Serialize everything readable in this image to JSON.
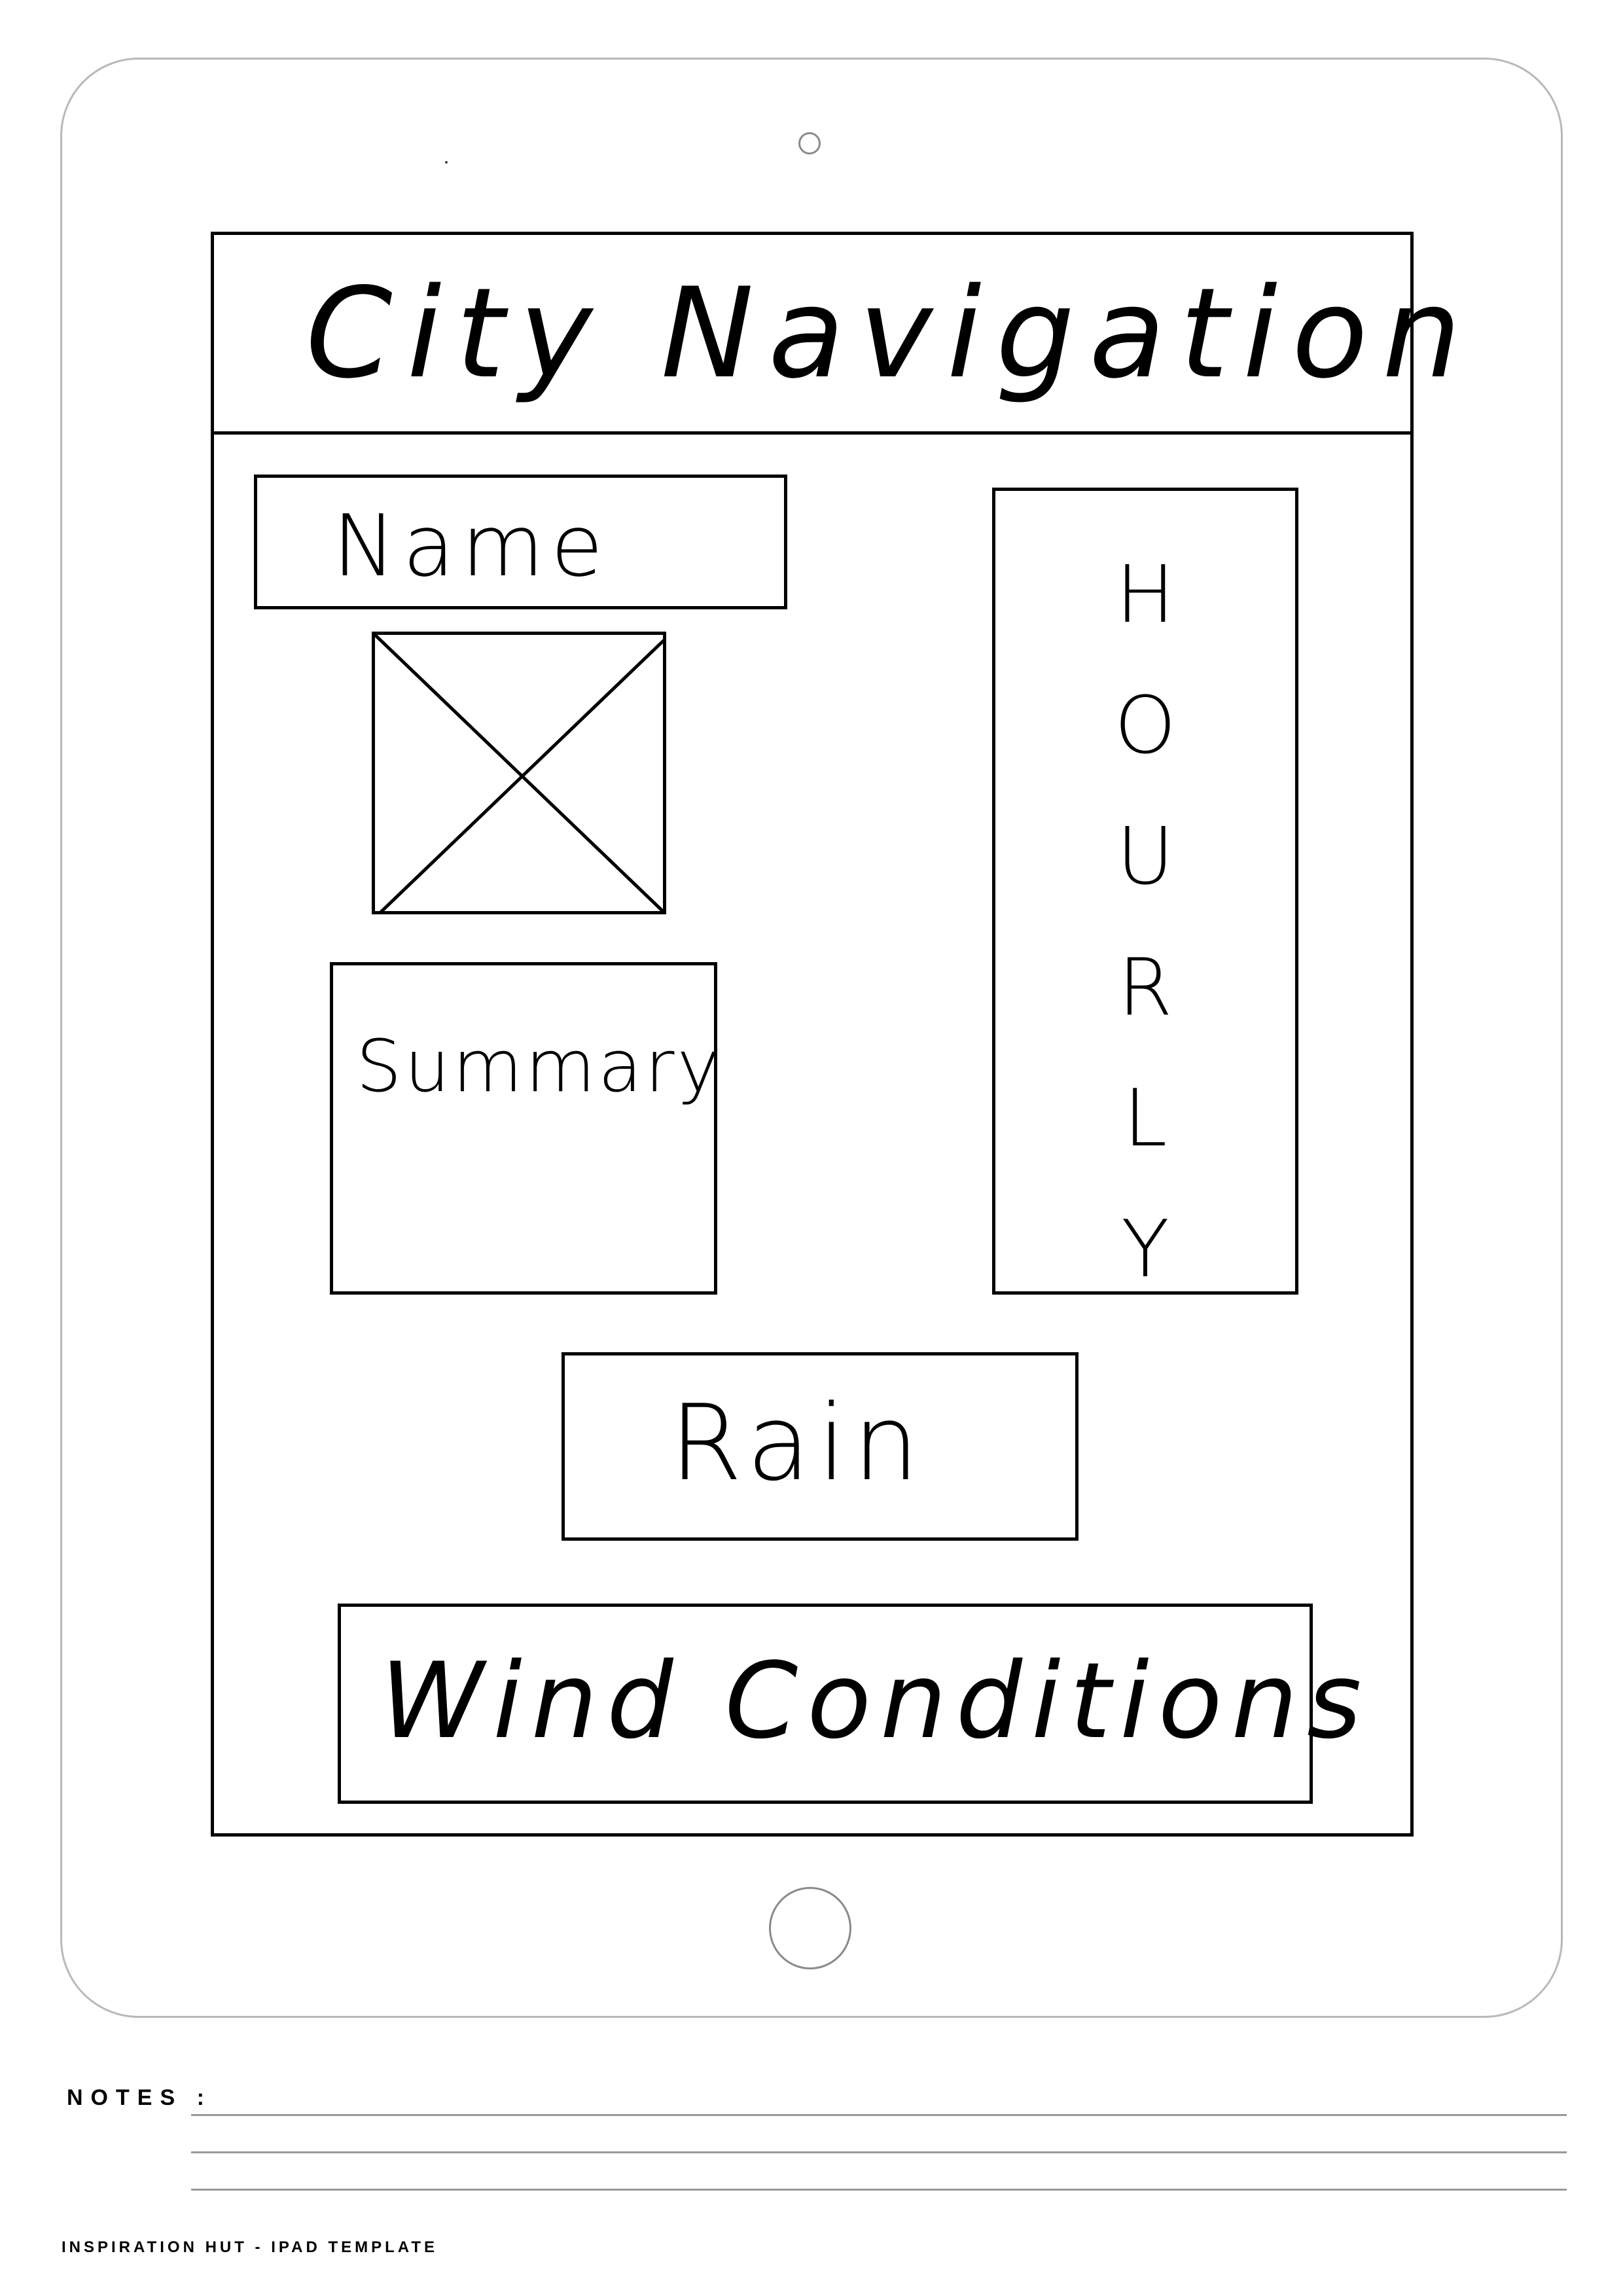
{
  "wireframe": {
    "header_title": "City Navigation",
    "name_label": "Name",
    "summary_label": "Summary",
    "hourly_label": "HOURLY",
    "rain_label": "Rain",
    "wind_label": "Wind Conditions"
  },
  "notes": {
    "label": "NOTES :"
  },
  "footer": {
    "text": "INSPIRATION HUT - IPAD TEMPLATE"
  }
}
